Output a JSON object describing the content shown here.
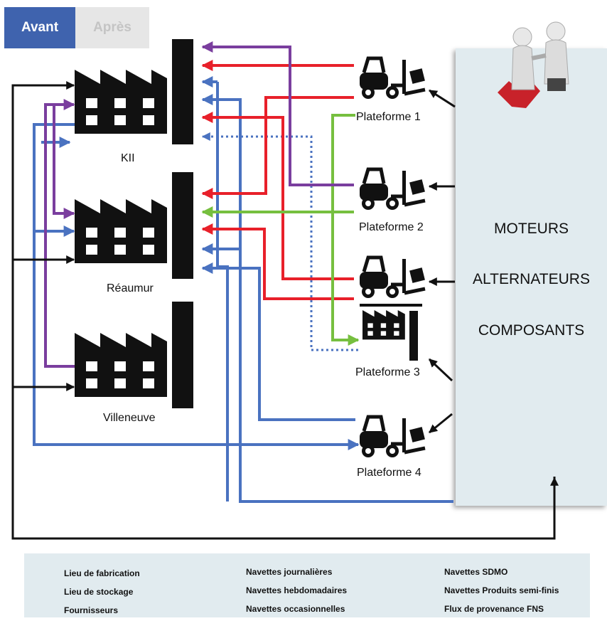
{
  "tabs": {
    "active": "Avant",
    "inactive": "Après"
  },
  "sites": [
    {
      "id": "kii",
      "label": "KII"
    },
    {
      "id": "reaumur",
      "label": "Réaumur"
    },
    {
      "id": "villeneuve",
      "label": "Villeneuve"
    }
  ],
  "platforms": [
    {
      "label": "Plateforme 1"
    },
    {
      "label": "Plateforme 2"
    },
    {
      "label": "Plateforme 3"
    },
    {
      "label": "Plateforme 4"
    }
  ],
  "suppliers": {
    "categories": [
      "MOTEURS",
      "ALTERNATEURS",
      "COMPOSANTS"
    ]
  },
  "legend": {
    "symbols": [
      {
        "icon": "factory-icon",
        "label": "Lieu de fabrication"
      },
      {
        "icon": "forklift-icon",
        "label": "Lieu de stockage"
      },
      {
        "icon": "suppliers-icon",
        "label": "Fournisseurs"
      }
    ],
    "flows": [
      {
        "color": "#e8202a",
        "style": "solid",
        "label": "Navettes journalières"
      },
      {
        "color": "#76bf3f",
        "style": "solid",
        "label": "Navettes hebdomadaires"
      },
      {
        "color": "#7a3e9e",
        "style": "solid",
        "label": "Navettes occasionnelles"
      },
      {
        "color": "#4a72c0",
        "style": "solid",
        "label": "Navettes SDMO"
      },
      {
        "color": "#4a72c0",
        "style": "dotted",
        "label": "Navettes Produits semi-finis"
      },
      {
        "color": "#111111",
        "style": "solid",
        "label": "Flux de provenance FNS"
      }
    ]
  }
}
